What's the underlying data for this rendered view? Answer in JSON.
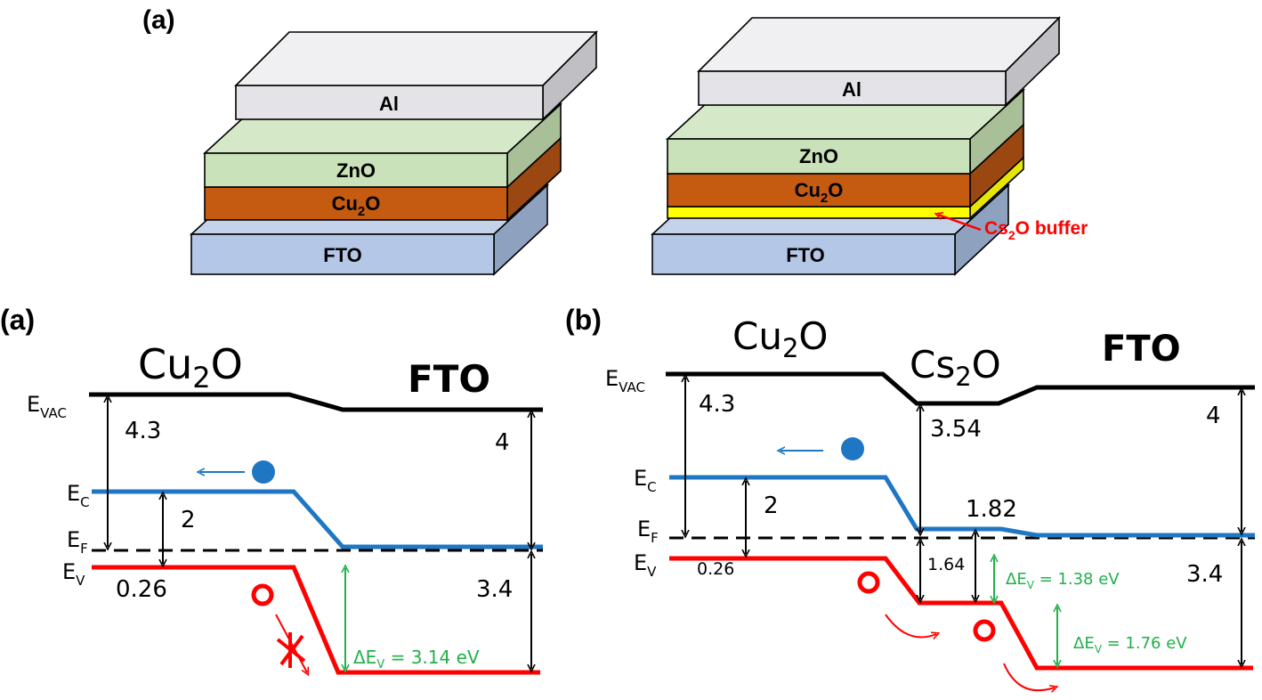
{
  "top": {
    "panel_label": "(a)",
    "device_left": {
      "layers": [
        "Al",
        "ZnO",
        "Cu",
        "2",
        "O",
        "FTO"
      ]
    },
    "device_right": {
      "layers": [
        "Al",
        "ZnO",
        "Cu",
        "2",
        "O",
        "FTO"
      ],
      "buffer_label": [
        "Cs",
        "2",
        "O buffer"
      ]
    }
  },
  "band_a": {
    "panel_label": "(a)",
    "titles": {
      "left": [
        "Cu",
        "2",
        "O"
      ],
      "right": "FTO"
    },
    "levels": {
      "evac": [
        "E",
        "VAC"
      ],
      "ec": [
        "E",
        "C"
      ],
      "ef": [
        "E",
        "F"
      ],
      "ev": [
        "E",
        "V"
      ]
    },
    "values": {
      "v43": "4.3",
      "v2": "2",
      "v026": "0.26",
      "v4": "4",
      "v34": "3.4"
    },
    "delta_ev": [
      "ΔE",
      "V",
      " = 3.14 eV"
    ]
  },
  "band_b": {
    "panel_label": "(b)",
    "titles": {
      "left": [
        "Cu",
        "2",
        "O"
      ],
      "middle": [
        "Cs",
        "2",
        "O"
      ],
      "right": "FTO"
    },
    "levels": {
      "evac": [
        "E",
        "VAC"
      ],
      "ec": [
        "E",
        "C"
      ],
      "ef": [
        "E",
        "F"
      ],
      "ev": [
        "E",
        "V"
      ]
    },
    "values": {
      "v43": "4.3",
      "v354": "3.54",
      "v2": "2",
      "v182": "1.82",
      "v026": "0.26",
      "v164": "1.64",
      "v4": "4",
      "v34": "3.4"
    },
    "delta_ev_1": [
      "ΔE",
      "V",
      " = 1.38 eV"
    ],
    "delta_ev_2": [
      "ΔE",
      "V",
      " = 1.76 eV"
    ]
  },
  "colors": {
    "al": "#e4e4e8",
    "zno": "#c9e2b9",
    "cu2o": "#c55a11",
    "fto": "#b4c7e7",
    "cs2o": "#ffff00",
    "vac_line": "#000000",
    "conduction": "#1f77c4",
    "valence": "#ff0000",
    "delta_green": "#22b04a"
  }
}
